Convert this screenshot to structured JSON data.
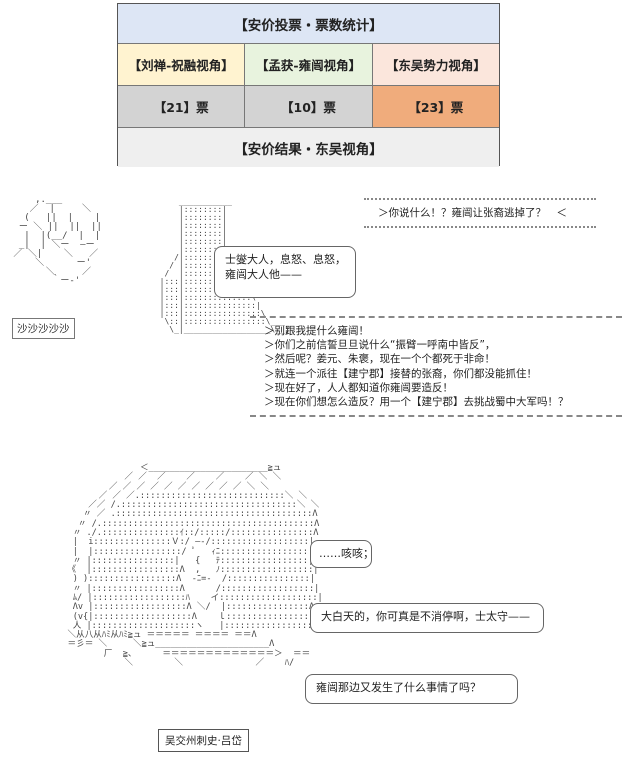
{
  "table": {
    "header": "【安价投票・票数统计】",
    "options": [
      {
        "label": "【刘禅-祝融视角】",
        "votes": "【21】票"
      },
      {
        "label": "【孟获-雍闿视角】",
        "votes": "【10】票"
      },
      {
        "label": "【东吴势力视角】",
        "votes": "【23】票"
      }
    ],
    "result": "【安价结果・东吴视角】"
  },
  "scene1": {
    "shout_top": "＞你说什么！？雍闿让张裔逃掉了？　＜",
    "bubble_left": [
      "士燮大人，息怒、息怒，",
      "雍闿大人他——"
    ],
    "sfx": "沙沙沙沙沙",
    "shout_lines": [
      "＞别跟我提什么雍闿！",
      "＞你们之前信誓旦旦说什么“振臂一呼南中皆反”，",
      "＞然后呢？姜元、朱褒，现在一个个都死于非命！",
      "＞就连一个派往【建宁郡】接替的张裔，你们都没能抓住！",
      "＞现在好了，人人都知道你雍闿要造反！",
      "＞现在你们想怎么造反？用一个【建宁郡】去挑战蜀中大军吗！？"
    ]
  },
  "scene2": {
    "bubble1": "……咳咳；",
    "bubble2": "大白天的，你可真是不消停啊，士太守——",
    "bubble3": "雍闿那边又发生了什么事情了吗？",
    "name_tag": "吴交州刺史·吕岱"
  }
}
